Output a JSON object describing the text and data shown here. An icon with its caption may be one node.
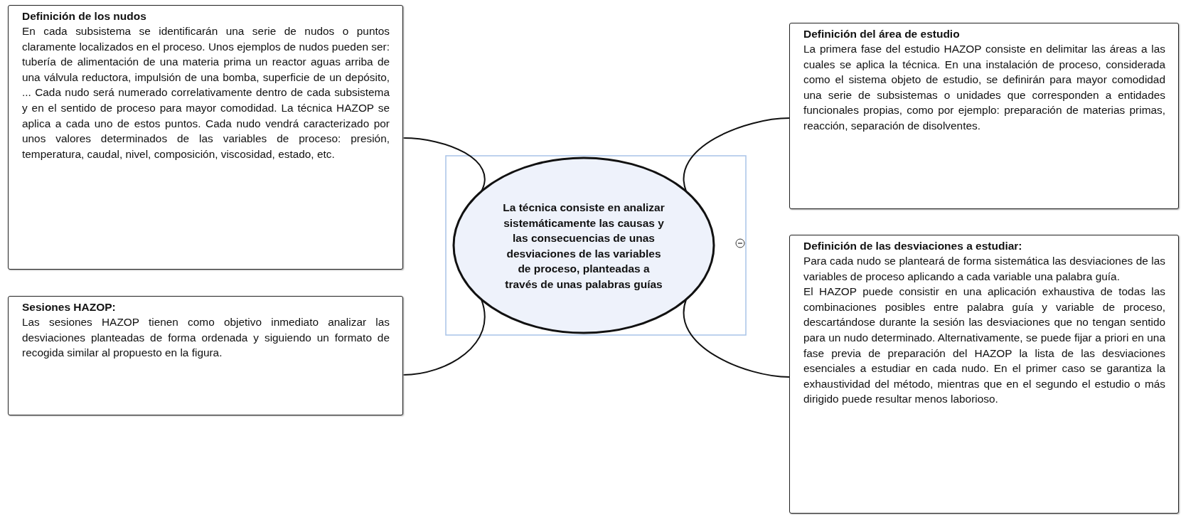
{
  "diagram": {
    "nodes": [
      {
        "text": [
          "La técnica consiste en analizar sistemáticamente las causas y las consecuencias de unas desviaciones de las variables de proceso, planteadas a través de unas palabras guías"
        ]
      },
      {
        "text": [
          "Definición de los nudos",
          "En cada subsistema se identificarán una serie de nudos o puntos claramente localizados en el proceso. Unos ejemplos de nudos pueden ser: tubería de alimentación de una materia prima un reactor aguas arriba de una válvula reductora, impulsión de una bomba, superficie de un depósito, ... Cada nudo será numerado correlativamente dentro de cada subsistema y en el sentido de proceso para mayor comodidad. La técnica HAZOP se aplica a cada uno de estos puntos. Cada nudo vendrá caracterizado por unos valores determinados de las variables de proceso: presión, temperatura, caudal, nivel, composición, viscosidad, estado, etc."
        ]
      },
      {
        "text": [
          "Definición del área de estudio",
          "La primera fase del estudio HAZOP consiste en delimitar las áreas a las cuales se aplica la técnica. En una instalación de proceso, considerada como el sistema objeto de estudio, se definirán para mayor comodidad una serie de subsistemas o unidades que corresponden a entidades funcionales propias, como por ejemplo: preparación de materias primas, reacción, separación de disolventes."
        ]
      },
      {
        "text": [
          "Definición de las desviaciones a estudiar:",
          "Para cada nudo se planteará de forma sistemática las desviaciones de las variables de proceso aplicando a cada variable una palabra guía.",
          "El HAZOP puede consistir en una aplicación exhaustiva de todas las combinaciones posibles entre palabra guía y variable de proceso, descartándose durante la sesión las desviaciones que no tengan sentido para un nudo determinado. Alternativamente, se puede fijar a priori en una fase previa de preparación del HAZOP la lista de las desviaciones esenciales a estudiar en cada nudo. En el primer caso se garantiza la exhaustividad del método, mientras que en el segundo el estudio o más dirigido puede resultar menos laborioso."
        ]
      },
      {
        "text": [
          "Sesiones HAZOP:",
          "Las sesiones HAZOP tienen como objetivo inmediato analizar las desviaciones planteadas de forma ordenada y siguiendo un formato de recogida similar al propuesto en la figura."
        ]
      }
    ],
    "edges": [
      {
        "from": 0,
        "to": 1,
        "arrow": "none"
      },
      {
        "from": 0,
        "to": 2,
        "arrow": "none"
      },
      {
        "from": 0,
        "to": 3,
        "arrow": "none"
      },
      {
        "from": 0,
        "to": 4,
        "arrow": "none"
      }
    ]
  }
}
